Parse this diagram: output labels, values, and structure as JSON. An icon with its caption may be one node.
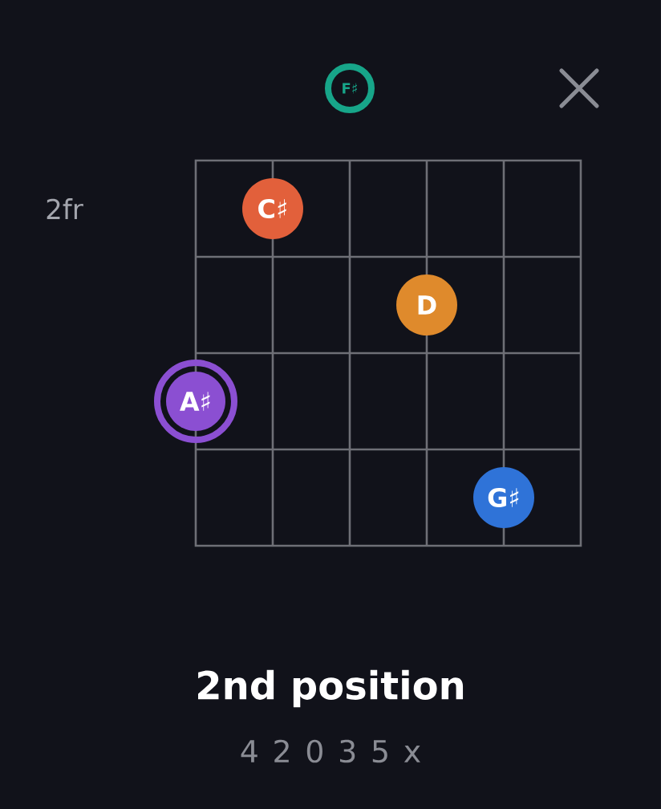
{
  "diagram": {
    "title": "2nd position",
    "nodes": [
      {
        "text": [
          "F♯"
        ]
      },
      {
        "text": [
          "C♯"
        ]
      },
      {
        "text": [
          "D"
        ]
      },
      {
        "text": [
          "A♯"
        ]
      },
      {
        "text": [
          "G♯"
        ]
      }
    ],
    "labels": [
      "2fr",
      "4 2 0 3 5 x"
    ]
  }
}
